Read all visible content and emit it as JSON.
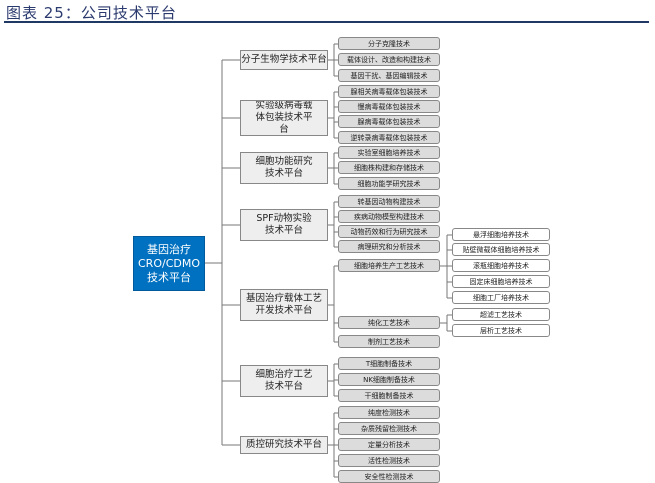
{
  "title": "图表 25：公司技术平台",
  "root": {
    "line1": "基因治疗",
    "line2": "CRO/CDMO",
    "line3": "技术平台"
  },
  "platforms": [
    {
      "name": "分子生物学技术平台",
      "children": [
        {
          "label": "分子克隆技术"
        },
        {
          "label": "载体设计、改造和构建技术"
        },
        {
          "label": "基因干扰、基因编辑技术"
        }
      ]
    },
    {
      "name": "实验级病毒载体包装技术平台",
      "children": [
        {
          "label": "腺相关病毒载体包装技术"
        },
        {
          "label": "慢病毒载体包装技术"
        },
        {
          "label": "腺病毒载体包装技术"
        },
        {
          "label": "逆转录病毒载体包装技术"
        }
      ]
    },
    {
      "name": "细胞功能研究技术平台",
      "children": [
        {
          "label": "实验室细胞培养技术"
        },
        {
          "label": "细胞株构建和存储技术"
        },
        {
          "label": "细胞功能学研究技术"
        }
      ]
    },
    {
      "name": "SPF动物实验技术平台",
      "children": [
        {
          "label": "转基因动物构建技术"
        },
        {
          "label": "疾病动物模型构建技术"
        },
        {
          "label": "动物药效和行为研究技术"
        },
        {
          "label": "病理研究和分析技术"
        }
      ]
    },
    {
      "name": "基因治疗载体工艺开发技术平台",
      "children": [
        {
          "label": "细胞培养生产工艺技术",
          "children": [
            "悬浮细胞培养技术",
            "贴壁微载体细胞培养技术",
            "滚瓶细胞培养技术",
            "固定床细胞培养技术",
            "细胞工厂培养技术"
          ]
        },
        {
          "label": "纯化工艺技术",
          "children": [
            "超滤工艺技术",
            "层析工艺技术"
          ]
        },
        {
          "label": "制剂工艺技术"
        }
      ]
    },
    {
      "name": "细胞治疗工艺技术平台",
      "children": [
        {
          "label": "T细胞制备技术"
        },
        {
          "label": "NK细胞制备技术"
        },
        {
          "label": "干细胞制备技术"
        }
      ]
    },
    {
      "name": "质控研究技术平台",
      "children": [
        {
          "label": "纯度检测技术"
        },
        {
          "label": "杂质残留检测技术"
        },
        {
          "label": "定量分析技术"
        },
        {
          "label": "活性检测技术"
        },
        {
          "label": "安全性检测技术"
        }
      ]
    }
  ]
}
